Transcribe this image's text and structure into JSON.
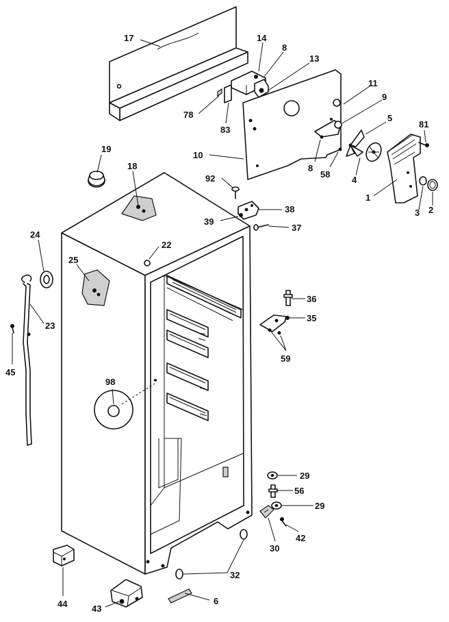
{
  "callouts": [
    {
      "id": "p17",
      "label": "17"
    },
    {
      "id": "p14",
      "label": "14"
    },
    {
      "id": "p8a",
      "label": "8"
    },
    {
      "id": "p13",
      "label": "13"
    },
    {
      "id": "p11",
      "label": "11"
    },
    {
      "id": "p9",
      "label": "9"
    },
    {
      "id": "p78",
      "label": "78"
    },
    {
      "id": "p83",
      "label": "83"
    },
    {
      "id": "p5",
      "label": "5"
    },
    {
      "id": "p81",
      "label": "81"
    },
    {
      "id": "p10",
      "label": "10"
    },
    {
      "id": "p8b",
      "label": "8"
    },
    {
      "id": "p58",
      "label": "58"
    },
    {
      "id": "p4",
      "label": "4"
    },
    {
      "id": "p19",
      "label": "19"
    },
    {
      "id": "p18",
      "label": "18"
    },
    {
      "id": "p92",
      "label": "92"
    },
    {
      "id": "p1",
      "label": "1"
    },
    {
      "id": "p3",
      "label": "3"
    },
    {
      "id": "p2",
      "label": "2"
    },
    {
      "id": "p38",
      "label": "38"
    },
    {
      "id": "p39",
      "label": "39"
    },
    {
      "id": "p37",
      "label": "37"
    },
    {
      "id": "p24",
      "label": "24"
    },
    {
      "id": "p22",
      "label": "22"
    },
    {
      "id": "p25",
      "label": "25"
    },
    {
      "id": "p23",
      "label": "23"
    },
    {
      "id": "p36",
      "label": "36"
    },
    {
      "id": "p35",
      "label": "35"
    },
    {
      "id": "p45",
      "label": "45"
    },
    {
      "id": "p59",
      "label": "59"
    },
    {
      "id": "p98",
      "label": "98"
    },
    {
      "id": "p29a",
      "label": "29"
    },
    {
      "id": "p56",
      "label": "56"
    },
    {
      "id": "p29b",
      "label": "29"
    },
    {
      "id": "p30",
      "label": "30"
    },
    {
      "id": "p42",
      "label": "42"
    },
    {
      "id": "p32",
      "label": "32"
    },
    {
      "id": "p44",
      "label": "44"
    },
    {
      "id": "p43",
      "label": "43"
    },
    {
      "id": "p6",
      "label": "6"
    }
  ]
}
